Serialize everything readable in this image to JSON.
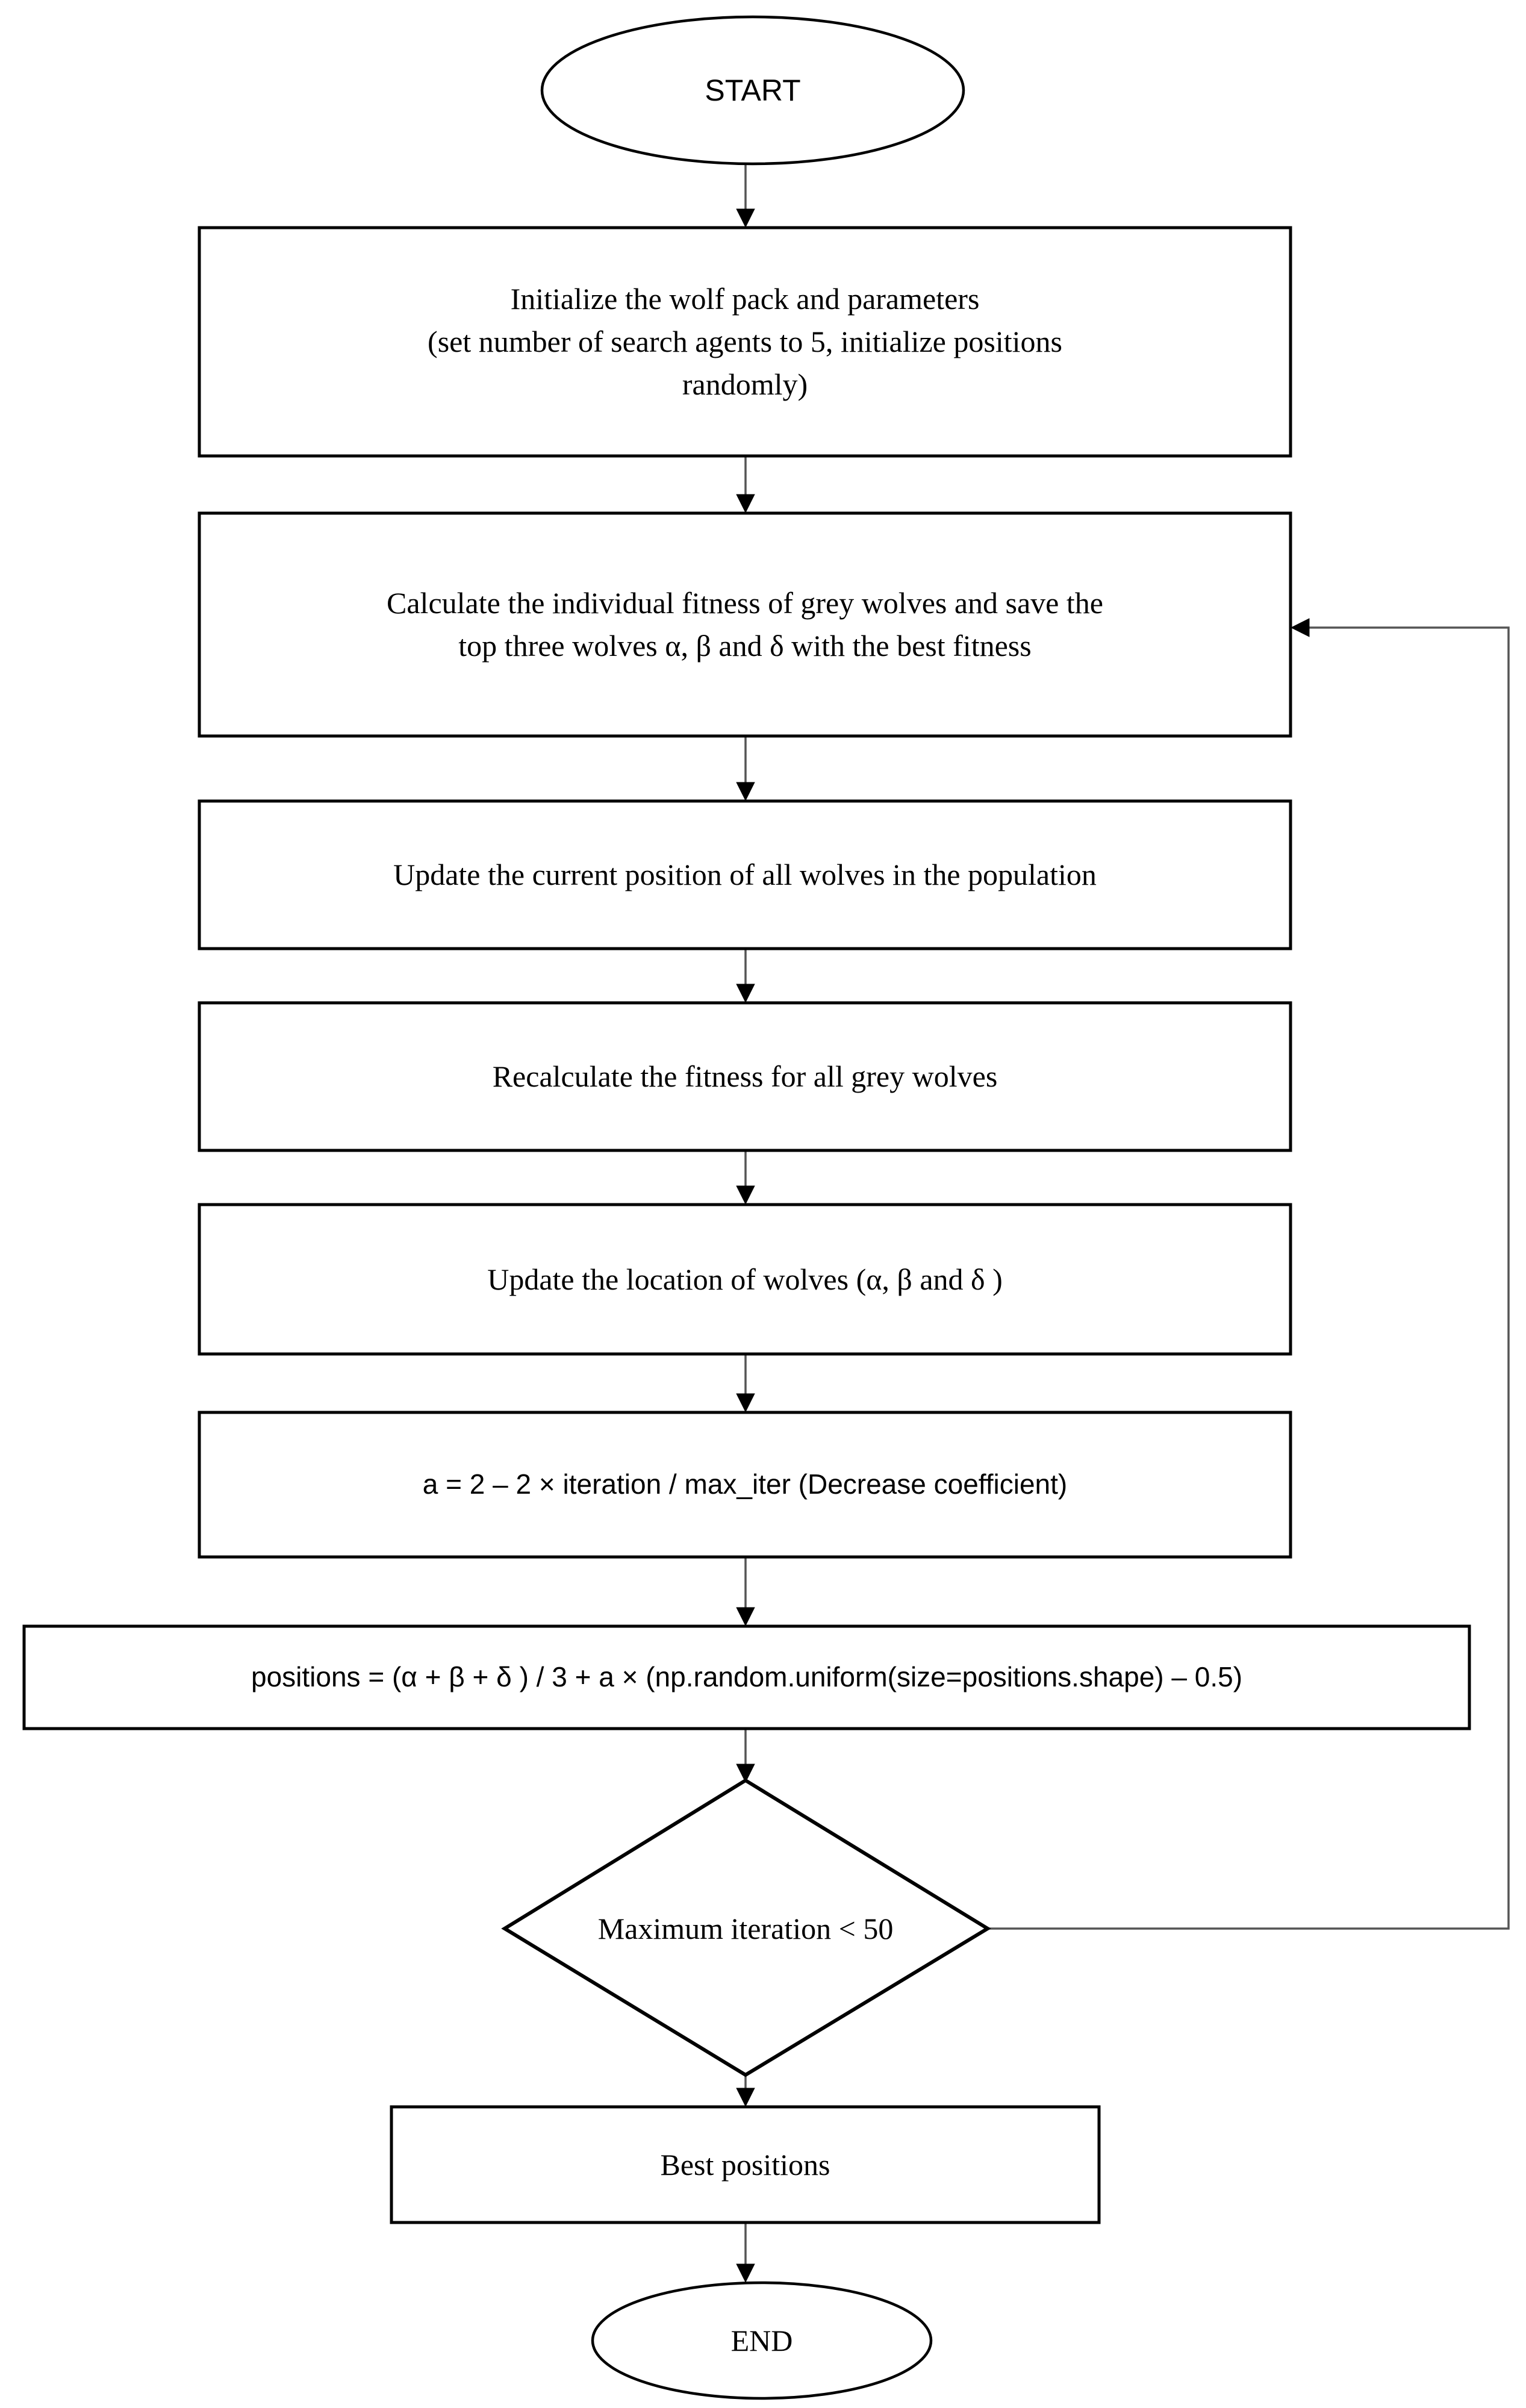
{
  "diagram": {
    "title": "Grey Wolf Optimizer flowchart",
    "colors": {
      "shape_stroke": "#000000",
      "connector_stroke": "#555555",
      "background": "#ffffff",
      "text": "#000000"
    },
    "nodes": {
      "start": {
        "label": "START",
        "shape": "ellipse",
        "font": "sans"
      },
      "initialize": {
        "label": "Initialize the wolf pack and parameters\n(set number of search agents to 5, initialize positions\nrandomly)",
        "shape": "process",
        "font": "serif"
      },
      "calculate_fitness": {
        "label": "Calculate the individual fitness of grey wolves and save the\ntop three wolves α, β and δ with the best fitness",
        "shape": "process",
        "font": "serif"
      },
      "update_positions": {
        "label": "Update the current position of all wolves in the population",
        "shape": "process",
        "font": "serif"
      },
      "recalculate_fitness": {
        "label": "Recalculate the fitness for all grey wolves",
        "shape": "process",
        "font": "serif"
      },
      "update_leaders": {
        "label": "Update the location of wolves (α, β and δ )",
        "shape": "process",
        "font": "serif"
      },
      "decrease_coefficient": {
        "label": "a = 2 – 2 × iteration / max_iter (Decrease coefficient)",
        "shape": "process",
        "font": "sans"
      },
      "positions_formula": {
        "label": "positions = (α + β + δ ) / 3 + a × (np.random.uniform(size=positions.shape) – 0.5)",
        "shape": "process",
        "font": "sans"
      },
      "decision": {
        "label": "Maximum iteration < 50",
        "shape": "decision",
        "font": "serif"
      },
      "best_positions": {
        "label": "Best positions",
        "shape": "process",
        "font": "serif"
      },
      "end": {
        "label": "END",
        "shape": "ellipse",
        "font": "serif"
      }
    },
    "edges": [
      {
        "name": "start-to-initialize",
        "from": "start",
        "to": "initialize",
        "label": ""
      },
      {
        "name": "initialize-to-calculate-fitness",
        "from": "initialize",
        "to": "calculate_fitness",
        "label": ""
      },
      {
        "name": "calculate-fitness-to-update-positions",
        "from": "calculate_fitness",
        "to": "update_positions",
        "label": ""
      },
      {
        "name": "update-positions-to-recalculate-fitness",
        "from": "update_positions",
        "to": "recalculate_fitness",
        "label": ""
      },
      {
        "name": "recalculate-fitness-to-update-leaders",
        "from": "recalculate_fitness",
        "to": "update_leaders",
        "label": ""
      },
      {
        "name": "update-leaders-to-decrease-coefficient",
        "from": "update_leaders",
        "to": "decrease_coefficient",
        "label": ""
      },
      {
        "name": "decrease-coefficient-to-positions-formula",
        "from": "decrease_coefficient",
        "to": "positions_formula",
        "label": ""
      },
      {
        "name": "positions-formula-to-decision",
        "from": "positions_formula",
        "to": "decision",
        "label": ""
      },
      {
        "name": "decision-loop-back-to-calculate-fitness",
        "from": "decision",
        "to": "calculate_fitness",
        "label": ""
      },
      {
        "name": "decision-to-best-positions",
        "from": "decision",
        "to": "best_positions",
        "label": ""
      },
      {
        "name": "best-positions-to-end",
        "from": "best_positions",
        "to": "end",
        "label": ""
      }
    ]
  }
}
